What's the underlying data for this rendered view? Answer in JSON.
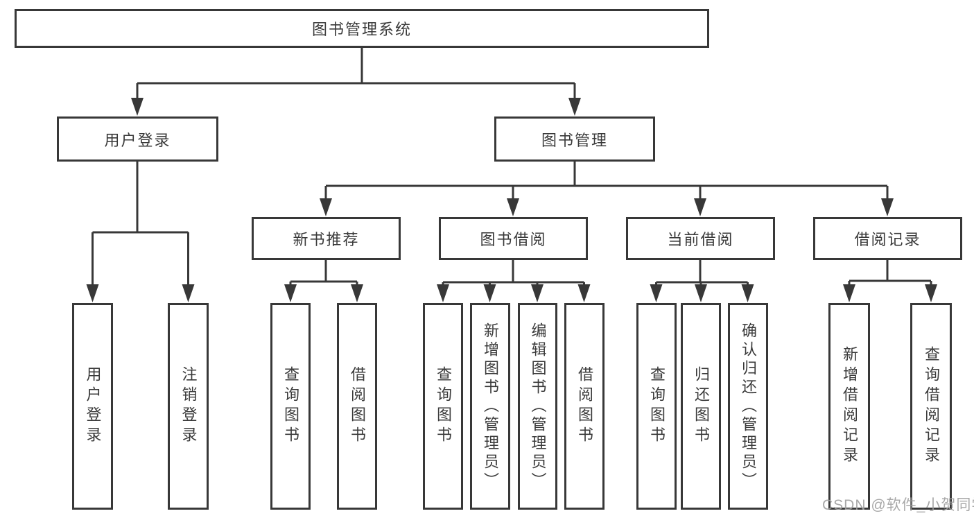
{
  "diagram": {
    "type": "hierarchy-tree",
    "colors": {
      "line": "#383838",
      "text": "#3a3a3a",
      "background": "#ffffff",
      "watermark": "#9e9e9e"
    },
    "nodes": {
      "root": "图书管理系统",
      "user_login": "用户登录",
      "book_mgmt": "图书管理",
      "new_book_rec": "新书推荐",
      "book_borrow": "图书借阅",
      "current_borrow": "当前借阅",
      "borrow_record": "借阅记录",
      "leaf_user_login": "用户登录",
      "leaf_logout": "注销登录",
      "leaf_nbr_query": "查询图书",
      "leaf_nbr_borrow": "借阅图书",
      "leaf_bb_query": "查询图书",
      "leaf_bb_add": "新增图书（管理员）",
      "leaf_bb_edit": "编辑图书（管理员）",
      "leaf_bb_borrow": "借阅图书",
      "leaf_cb_query": "查询图书",
      "leaf_cb_return": "归还图书",
      "leaf_cb_confirm": "确认归还（管理员）",
      "leaf_br_add": "新增借阅记录",
      "leaf_br_query": "查询借阅记录"
    },
    "hierarchy": {
      "图书管理系统": {
        "用户登录": [
          "用户登录",
          "注销登录"
        ],
        "图书管理": {
          "新书推荐": [
            "查询图书",
            "借阅图书"
          ],
          "图书借阅": [
            "查询图书",
            "新增图书（管理员）",
            "编辑图书（管理员）",
            "借阅图书"
          ],
          "当前借阅": [
            "查询图书",
            "归还图书",
            "确认归还（管理员）"
          ],
          "借阅记录": [
            "新增借阅记录",
            "查询借阅记录"
          ]
        }
      }
    },
    "watermark": "CSDN @软件_小贺同学"
  }
}
